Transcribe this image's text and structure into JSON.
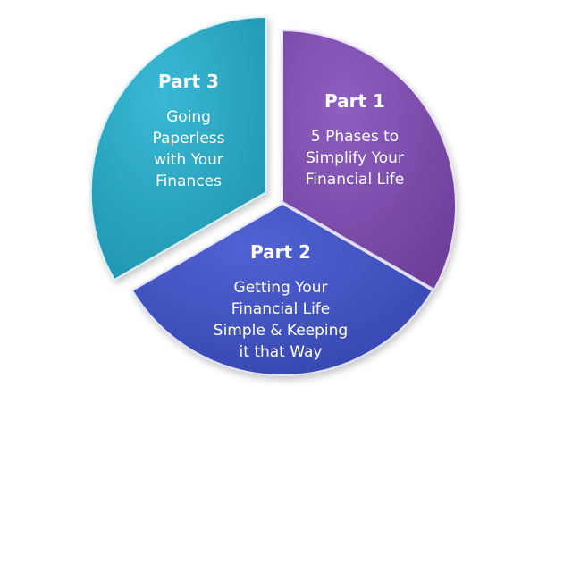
{
  "diagram": {
    "segments": [
      {
        "title": "Part 1",
        "lines": [
          "5 Phases to",
          "Simplify Your",
          "Financial Life"
        ],
        "color_light": "#8e5fc0",
        "color_dark": "#6e3f9c"
      },
      {
        "title": "Part 2",
        "lines": [
          "Getting Your",
          "Financial Life",
          "Simple & Keeping",
          "it that Way"
        ],
        "color_light": "#5161d3",
        "color_dark": "#3546ae"
      },
      {
        "title": "Part 3",
        "lines": [
          "Going",
          "Paperless",
          "with Your",
          "Finances"
        ],
        "color_light": "#39b9d4",
        "color_dark": "#1f92ad"
      }
    ]
  }
}
